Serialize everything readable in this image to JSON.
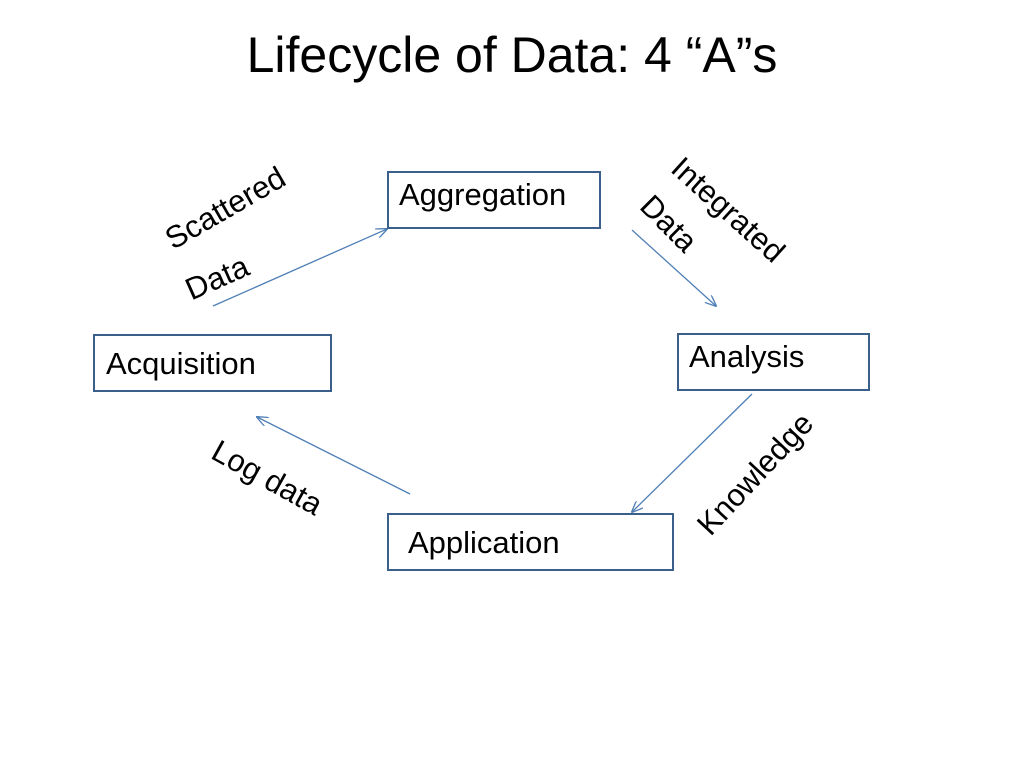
{
  "title": "Lifecycle of Data: 4 “A”s",
  "nodes": {
    "aggregation": "Aggregation",
    "analysis": "Analysis",
    "application": "Application",
    "acquisition": "Acquisition"
  },
  "edge_labels": {
    "scattered_line1": "Scattered",
    "scattered_line2": "Data",
    "integrated_line1": "Integrated",
    "integrated_line2": "Data",
    "knowledge": "Knowledge",
    "log_data": "Log data"
  },
  "colors": {
    "box_border": "#3a5f8a",
    "arrow": "#4f7fb6",
    "text": "#000000",
    "background": "#ffffff"
  }
}
